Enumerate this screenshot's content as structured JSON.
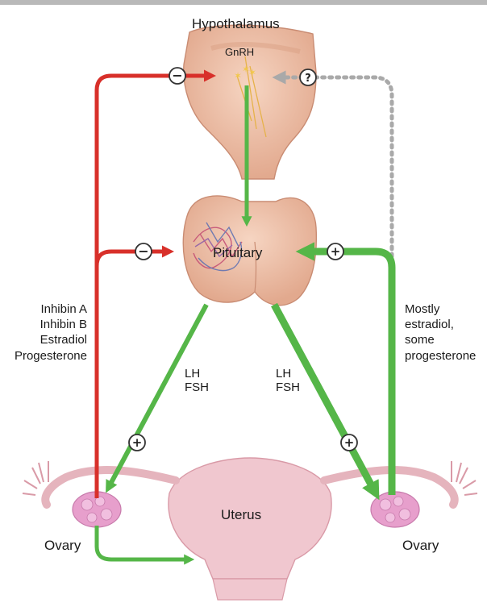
{
  "labels": {
    "hypothalamus": "Hypothalamus",
    "gnrh": "GnRH",
    "pituitary": "Pituitary",
    "uterus": "Uterus",
    "ovary_left": "Ovary",
    "ovary_right": "Ovary",
    "lh_left": "LH",
    "fsh_left": "FSH",
    "lh_right": "LH",
    "fsh_right": "FSH"
  },
  "left_feedback": [
    "Inhibin A",
    "Inhibin B",
    "Estradiol",
    "Progesterone"
  ],
  "right_feedback": [
    "Mostly",
    "estradiol,",
    "some",
    "progesterone"
  ],
  "signs": {
    "inhibit_hypothalamus": "−",
    "inhibit_pituitary": "−",
    "unknown_hypothalamus": "?",
    "stimulate_pituitary": "+",
    "stimulate_ovary_left": "+",
    "stimulate_ovary_right": "+"
  },
  "colors": {
    "inhibitory": "#d8302a",
    "stimulatory": "#55b648",
    "unknown": "#a9a9a9",
    "tissue": "#efc4ad",
    "tissue_dark": "#d99f84",
    "uterus": "#f0c7cf",
    "ovary": "#e79fcc"
  }
}
